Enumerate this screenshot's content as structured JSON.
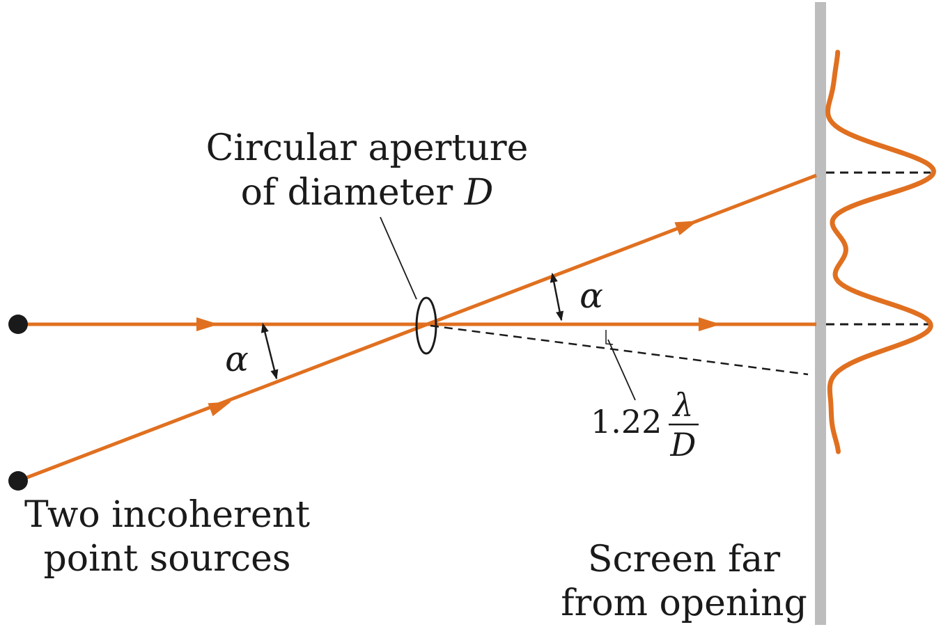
{
  "labels": {
    "aperture_line1": "Circular aperture",
    "aperture_line2_prefix": "of diameter ",
    "aperture_line2_symbol": "D",
    "angle_left": "α",
    "angle_right": "α",
    "resolution_coefficient": "1.22",
    "resolution_numerator": "λ",
    "resolution_denominator": "D",
    "sources_line1": "Two incoherent",
    "sources_line2": "point sources",
    "screen_line1": "Screen far",
    "screen_line2": "from opening"
  },
  "colors": {
    "ray": "#e07020",
    "screen": "#bdbdbd",
    "ink": "#1a1a1a"
  }
}
